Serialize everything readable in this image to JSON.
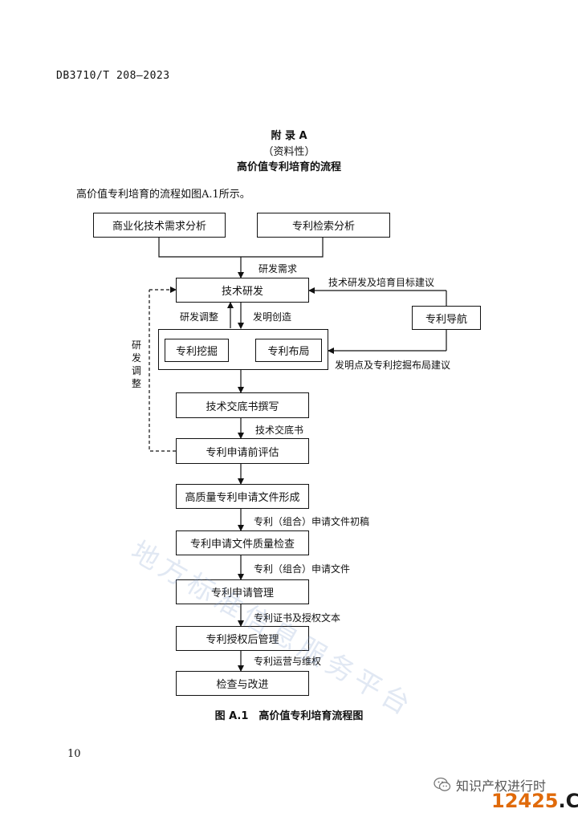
{
  "doc": {
    "standard_code": "DB3710/T 208—2023",
    "appendix": {
      "title": "附 录 A",
      "nature": "（资料性）",
      "heading": "高价值专利培育的流程"
    },
    "intro": "高价值专利培育的流程如图A.1所示。",
    "caption": "图 A.1　高价值专利培育流程图",
    "page_number": "10"
  },
  "flow": {
    "boxes": {
      "commercial_analysis": "商业化技术需求分析",
      "patent_search": "专利检索分析",
      "tech_rd": "技术研发",
      "patent_mining": "专利挖掘",
      "patent_layout": "专利布局",
      "patent_navigation": "专利导航",
      "disclosure_writing": "技术交底书撰写",
      "pre_filing_eval": "专利申请前评估",
      "hq_docs": "高质量专利申请文件形成",
      "quality_check": "专利申请文件质量检查",
      "filing_mgmt": "专利申请管理",
      "post_grant_mgmt": "专利授权后管理",
      "review_improve": "检查与改进"
    },
    "labels": {
      "rd_need": "研发需求",
      "nav_to_rd": "技术研发及培育目标建议",
      "rd_adjust": "研发调整",
      "invention": "发明创造",
      "nav_to_mining": "发明点及专利挖掘布局建议",
      "disclosure": "技术交底书",
      "draft": "专利（组合）申请文件初稿",
      "filing_docs": "专利（组合）申请文件",
      "certs": "专利证书及授权文本",
      "operation": "专利运营与维权",
      "side_adjust": "研发调整"
    }
  },
  "overlay": {
    "watermark": "地方标准信息服务平台",
    "wechat_name": "知识产权进行时",
    "site_number": "12425",
    "site_suffix": ".CN"
  }
}
